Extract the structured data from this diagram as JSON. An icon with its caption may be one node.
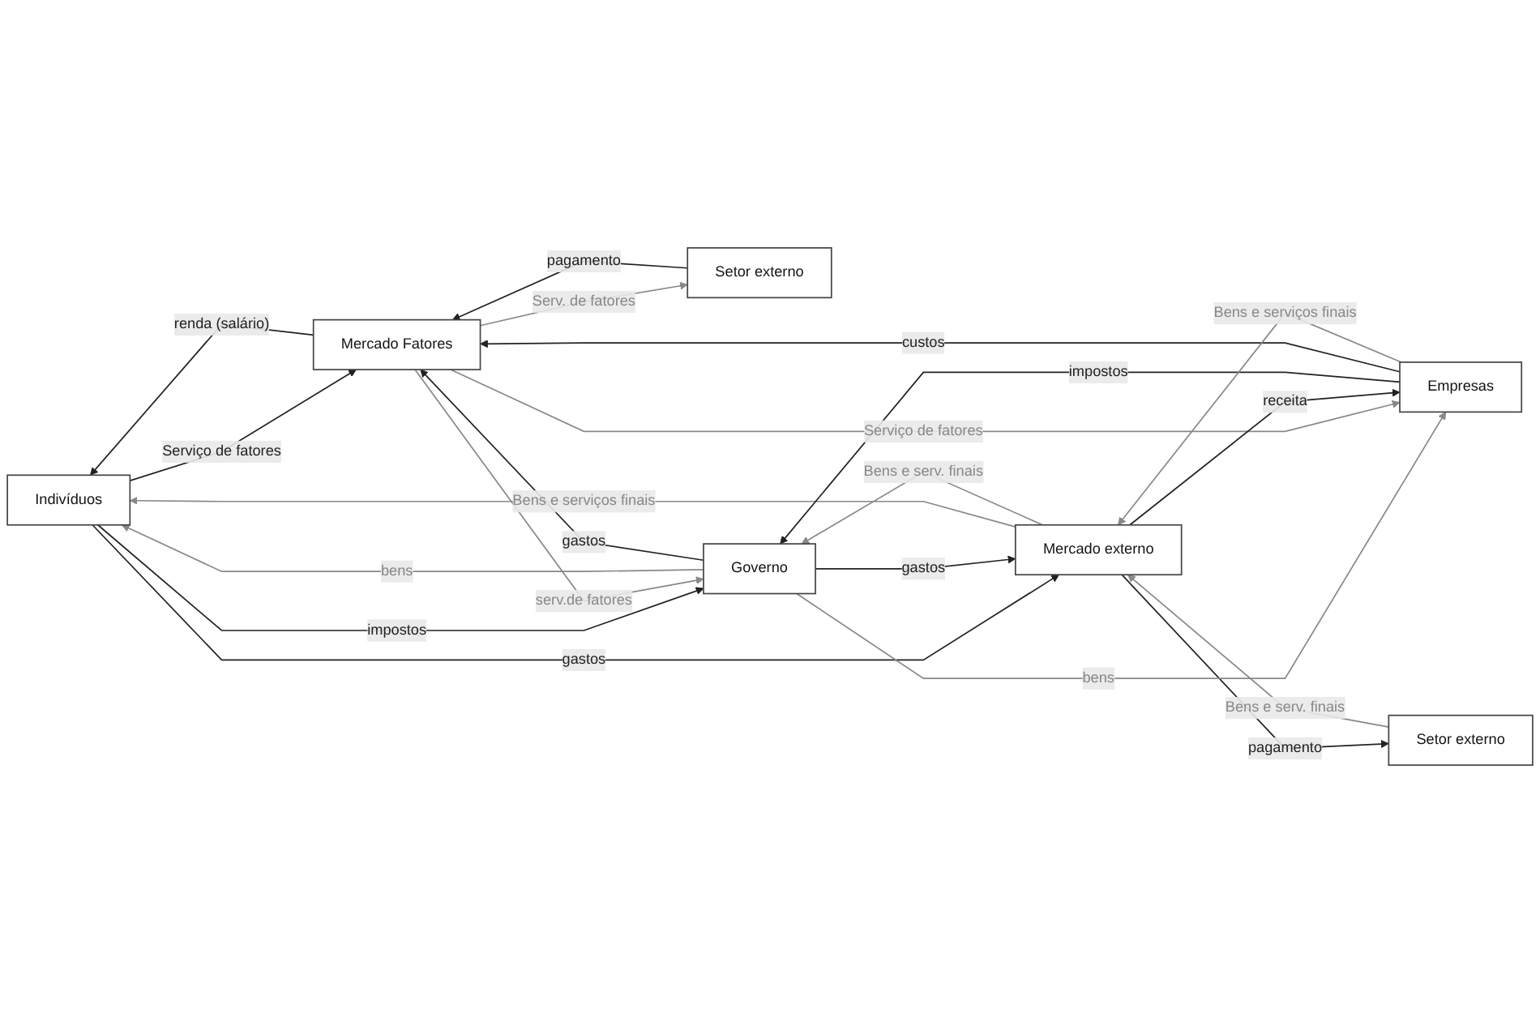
{
  "diagram": {
    "nodes": [
      {
        "text": [
          "Indivíduos"
        ]
      },
      {
        "text": [
          "Setor externo"
        ]
      },
      {
        "text": [
          "Mercado Fatores"
        ]
      },
      {
        "text": [
          "Governo"
        ]
      },
      {
        "text": [
          "Mercado externo"
        ]
      },
      {
        "text": [
          "Setor externo"
        ]
      },
      {
        "text": [
          "Empresas"
        ]
      }
    ],
    "edges": [
      {
        "from": 0,
        "to": 2,
        "arrow": "to",
        "label": "Serviço de fatores"
      },
      {
        "from": 2,
        "to": 0,
        "arrow": "to",
        "label": "renda (salário)"
      },
      {
        "from": 3,
        "to": 0,
        "arrow": "to",
        "label": "bens",
        "color": "#888888"
      },
      {
        "from": 0,
        "to": 3,
        "arrow": "to",
        "label": "impostos"
      },
      {
        "from": 4,
        "to": 0,
        "arrow": "to",
        "label": "Bens e serviços finais",
        "color": "#888888"
      },
      {
        "from": 0,
        "to": 4,
        "arrow": "to",
        "label": "gastos"
      },
      {
        "from": 2,
        "to": 1,
        "arrow": "to",
        "label": "Serv. de fatores",
        "color": "#888888"
      },
      {
        "from": 1,
        "to": 2,
        "arrow": "to",
        "label": "pagamento"
      },
      {
        "from": 2,
        "to": 3,
        "arrow": "to",
        "label": "serv.de fatores",
        "color": "#888888"
      },
      {
        "from": 3,
        "to": 2,
        "arrow": "to",
        "label": "gastos"
      },
      {
        "from": 4,
        "to": 3,
        "arrow": "to",
        "label": "Bens e serv. finais",
        "color": "#888888"
      },
      {
        "from": 3,
        "to": 4,
        "arrow": "to",
        "label": "gastos"
      },
      {
        "from": 5,
        "to": 4,
        "arrow": "to",
        "label": "Bens e serv. finais",
        "color": "#888888"
      },
      {
        "from": 4,
        "to": 5,
        "arrow": "to",
        "label": "pagamento"
      },
      {
        "from": 3,
        "to": 6,
        "arrow": "to",
        "label": "bens",
        "color": "#888888"
      },
      {
        "from": 6,
        "to": 3,
        "arrow": "to",
        "label": "impostos"
      },
      {
        "from": 2,
        "to": 6,
        "arrow": "to",
        "label": "Serviço de fatores",
        "color": "#888888"
      },
      {
        "from": 6,
        "to": 2,
        "arrow": "to",
        "label": "custos"
      },
      {
        "from": 4,
        "to": 6,
        "arrow": "to",
        "label": "receita"
      },
      {
        "from": 6,
        "to": 4,
        "arrow": "to",
        "label": "Bens e serviços finais",
        "color": "#888888"
      }
    ]
  }
}
